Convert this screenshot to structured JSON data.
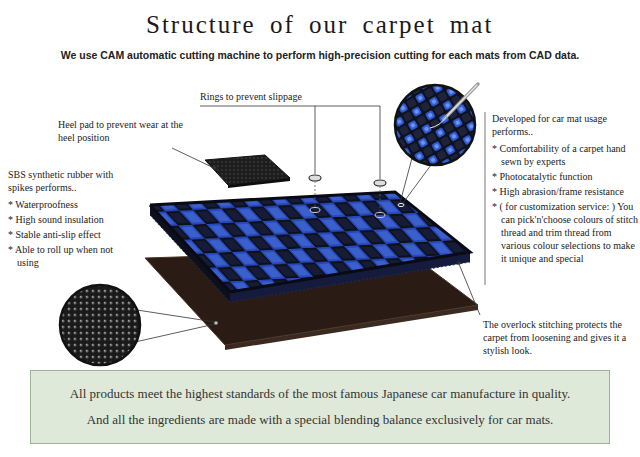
{
  "diagram": {
    "title": "Structure of our carpet mat",
    "nodes": [
      {
        "text": [
          "All products meet the highest standards of the most famous Japanese car manufacture in quality.",
          "And all the ingredients are made with a special blending balance exclusively for car mats."
        ]
      }
    ],
    "labels": [
      "We use CAM automatic cutting machine to perform high-precision cutting for each mats from CAD data.",
      "Rings to prevent slippage",
      "Heel pad to prevent wear at the heel position",
      "SBS synthetic rubber with spikes performs..",
      "* Waterproofness",
      "* High sound insulation",
      "* Stable anti-slip effect",
      "* Able to roll up when not using",
      "Developed for car mat usage performs..",
      "* Comfortability of a carpet hand sewn by experts",
      "* Photocatalytic function",
      "* High abrasion/frame resistance",
      "* ( for customization service: ) You can pick'n'choose colours of stitch thread and trim thread from various colour selections to make it unique and special",
      "The overlock stitching protects the carpet from loosening and gives it a stylish look."
    ]
  }
}
